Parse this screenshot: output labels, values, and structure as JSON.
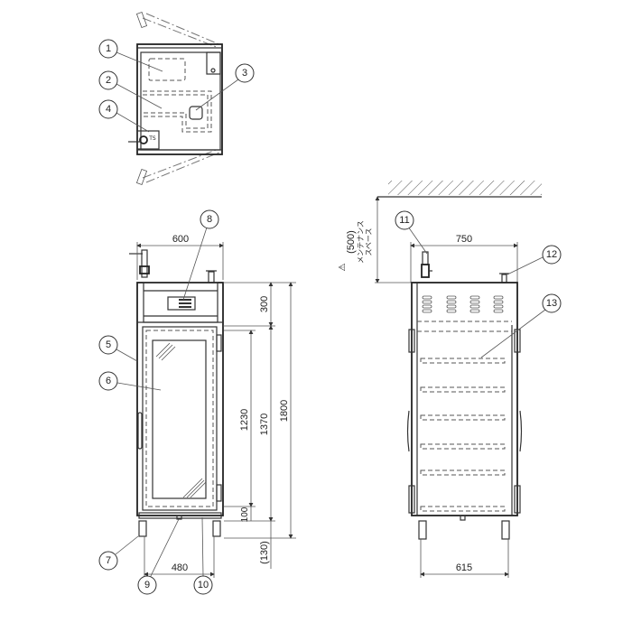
{
  "drawing": {
    "type": "equipment outline drawing (top, front, side views)",
    "callouts": [
      "1",
      "2",
      "3",
      "4",
      "5",
      "6",
      "7",
      "8",
      "9",
      "10",
      "11",
      "12",
      "13"
    ],
    "front_view": {
      "width_dim": "600",
      "top_section_dim": "300",
      "door_glass_dim": "1230",
      "door_dim": "1370",
      "total_height_dim": "1800",
      "bottom_dim": "100",
      "leg_dim": "(130)",
      "leg_span_dim": "480"
    },
    "side_view": {
      "depth_dim": "750",
      "leg_span_dim": "615",
      "maintenance_dim": "(500)",
      "maintenance_label_line1": "メンテナンス",
      "maintenance_label_line2": "スペース",
      "warning_symbol": "⚠"
    }
  }
}
